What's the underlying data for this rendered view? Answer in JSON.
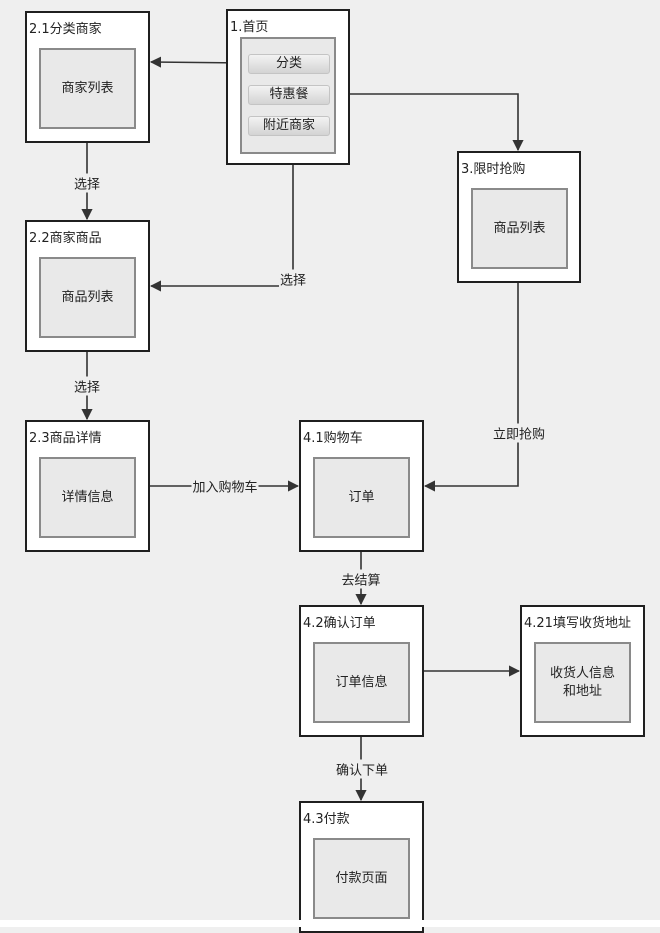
{
  "home": {
    "title": "1.首页",
    "buttons": [
      "分类",
      "特惠餐",
      "附近商家"
    ]
  },
  "nodes": {
    "category_merchants": {
      "title": "2.1分类商家",
      "content": "商家列表"
    },
    "merchant_products": {
      "title": "2.2商家商品",
      "content": "商品列表"
    },
    "product_detail": {
      "title": "2.3商品详情",
      "content": "详情信息"
    },
    "flash_sale": {
      "title": "3.限时抢购",
      "content": "商品列表"
    },
    "cart": {
      "title": "4.1购物车",
      "content": "订单"
    },
    "confirm_order": {
      "title": "4.2确认订单",
      "content": "订单信息"
    },
    "address": {
      "title": "4.21填写收货地址",
      "content": "收货人信息\n和地址"
    },
    "payment": {
      "title": "4.3付款",
      "content": "付款页面"
    }
  },
  "edges": {
    "select_1": "选择",
    "select_2": "选择",
    "select_3": "选择",
    "buy_now": "立即抢购",
    "add_to_cart": "加入购物车",
    "checkout": "去结算",
    "confirm_place": "确认下单"
  },
  "colors": {
    "background": "#efefef",
    "frame_border": "#1f1f1f",
    "inner_fill": "#e9e9e9",
    "inner_border": "#8a8a8a",
    "arrow": "#333333"
  }
}
